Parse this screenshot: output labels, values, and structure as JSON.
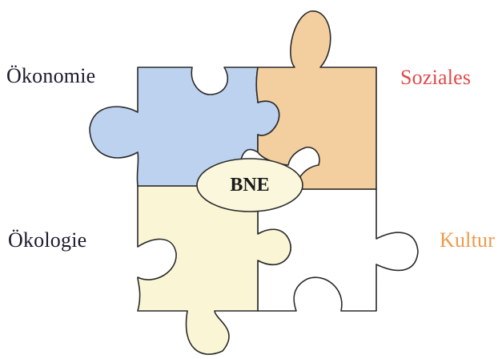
{
  "center": {
    "label": "BNE",
    "fill": "#fbf7dc"
  },
  "pieces": [
    {
      "id": "oekonomie",
      "label": "Ökonomie",
      "label_color": "#1b1b2e",
      "fill": "#bcd2ee"
    },
    {
      "id": "soziales",
      "label": "Soziales",
      "label_color": "#e04a4a",
      "fill": "#f3cf9f"
    },
    {
      "id": "oekologie",
      "label": "Ökologie",
      "label_color": "#1b1b2e",
      "fill": "#faf6d5"
    },
    {
      "id": "kultur",
      "label": "Kultur",
      "label_color": "#ee9a48",
      "fill": "#ffffff"
    }
  ],
  "outline_color": "#2a2a2a"
}
